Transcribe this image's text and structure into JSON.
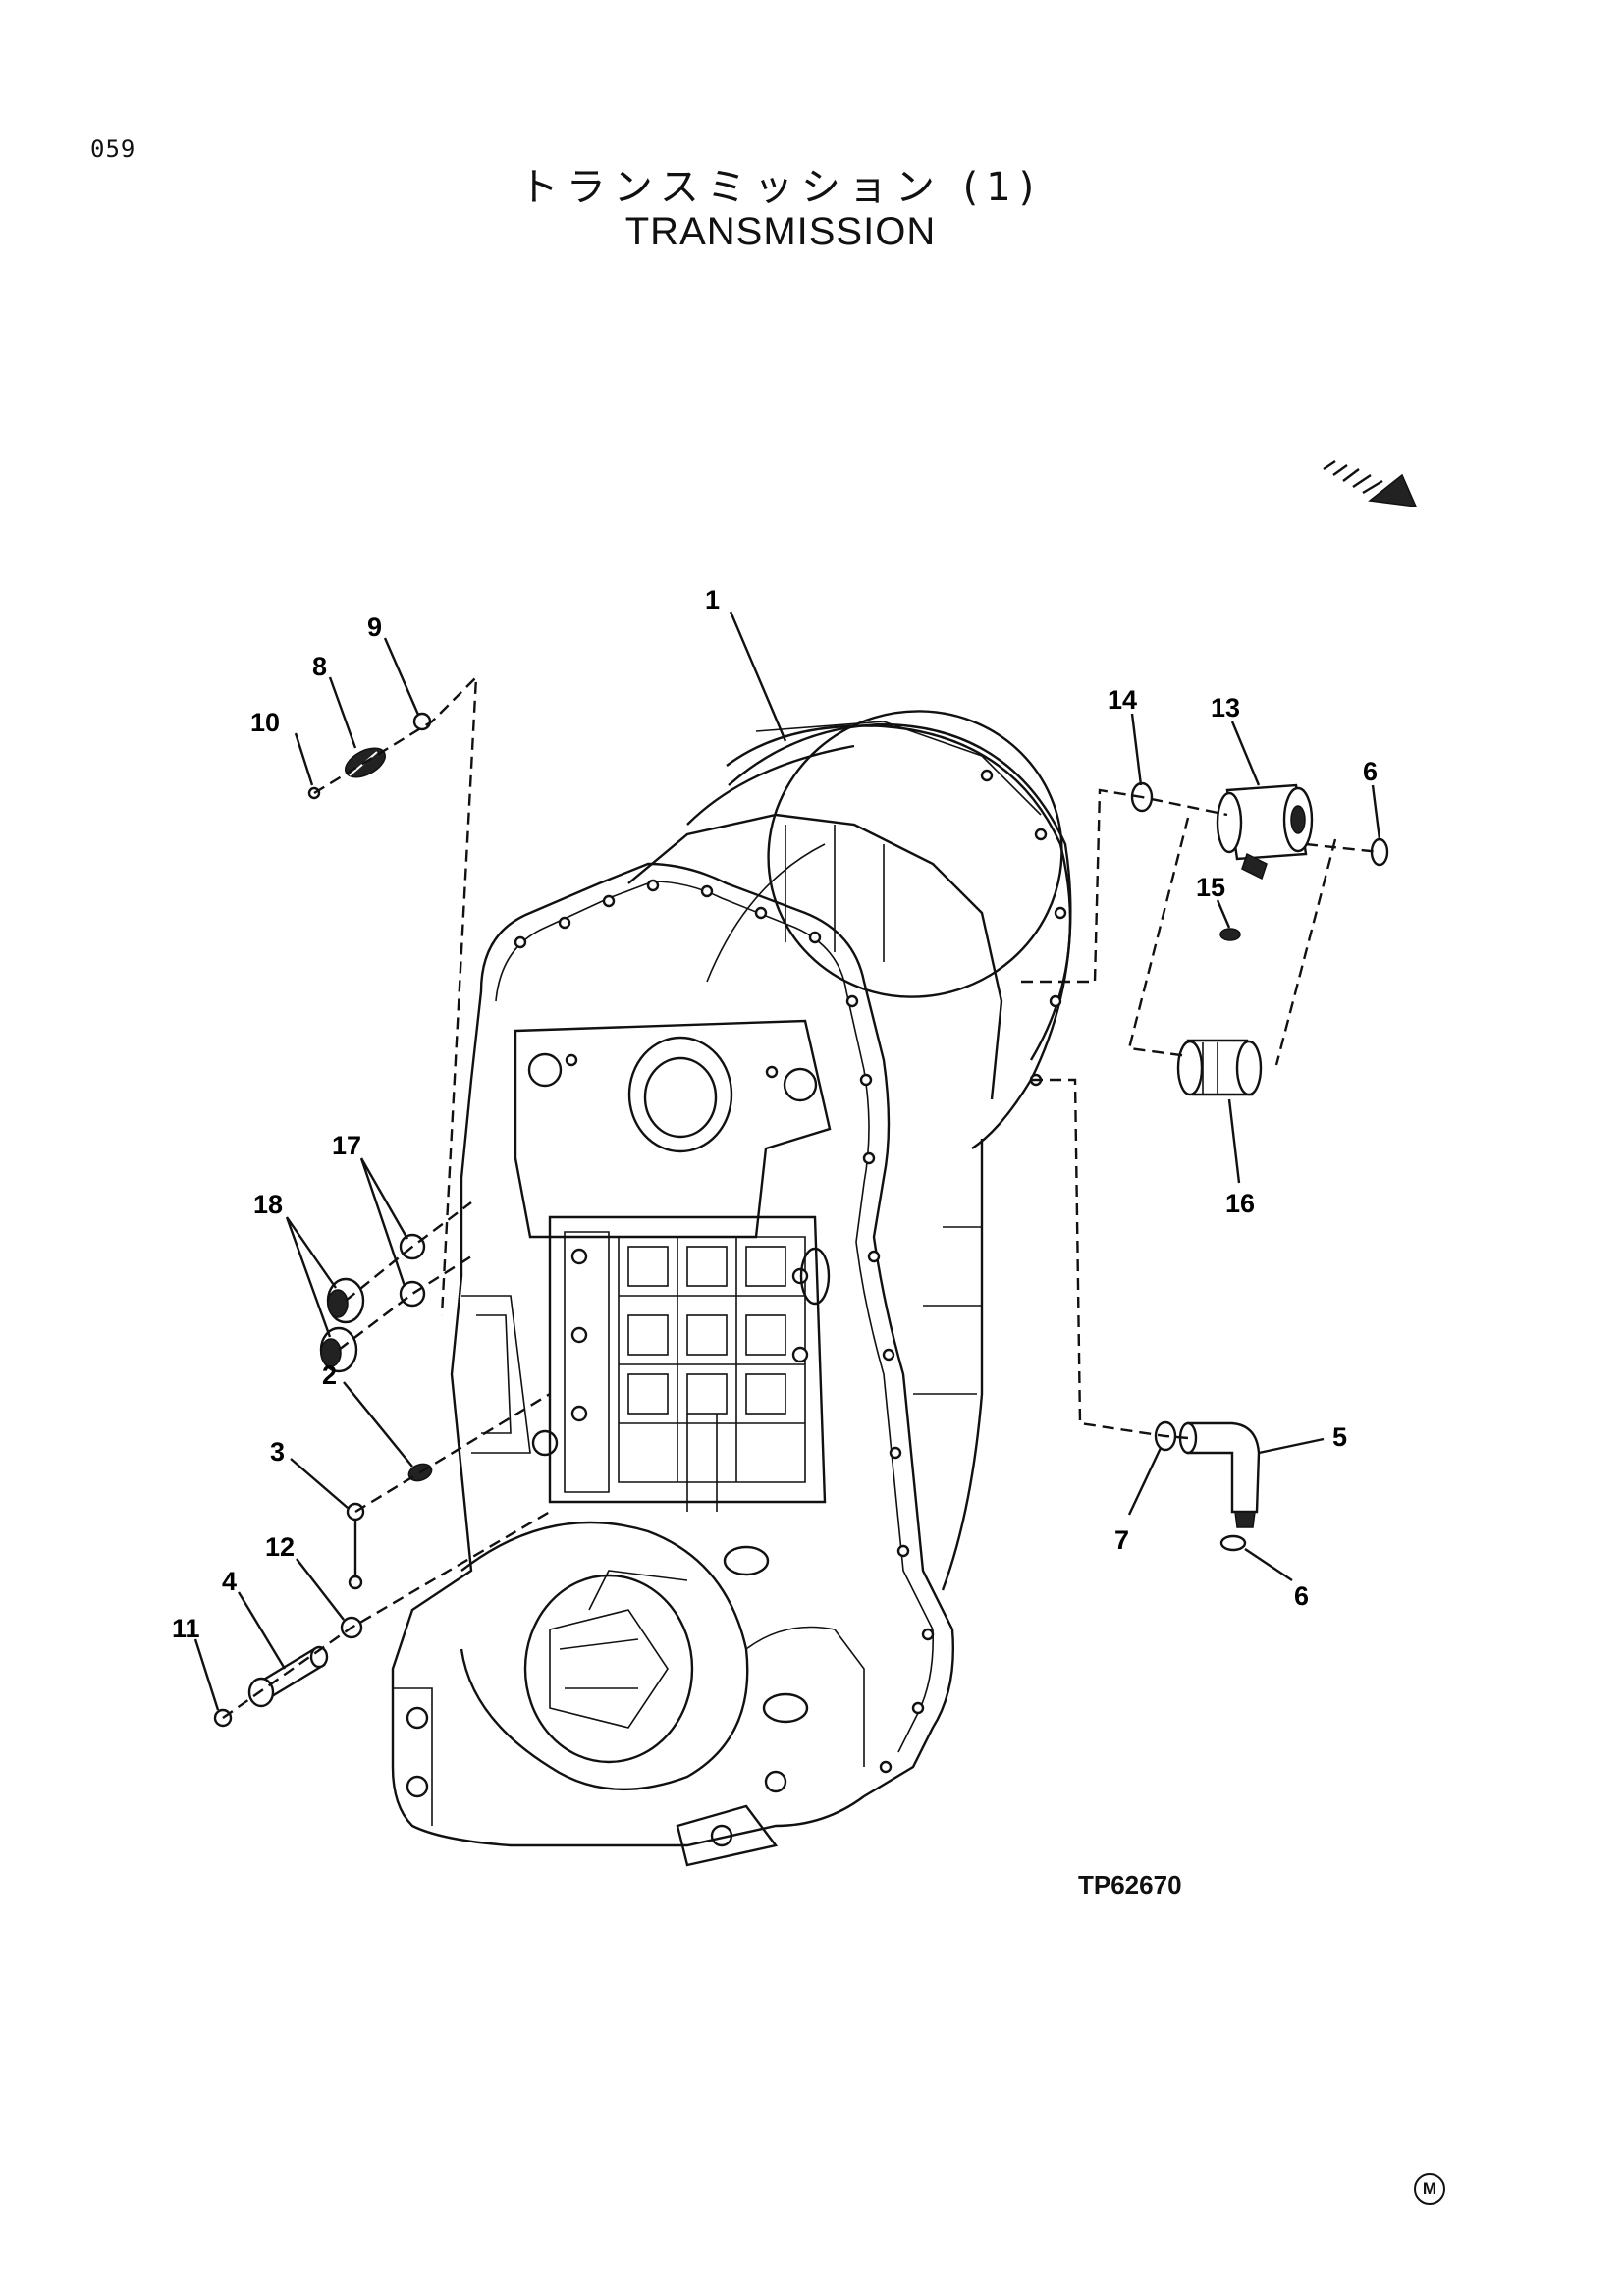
{
  "page_number": "059",
  "title_jp": "トランスミッション (1)",
  "title_en": "TRANSMISSION",
  "drawing_code": "TP62670",
  "mark": "M",
  "icons": {
    "direction_arrow": "front-direction-arrow-icon"
  },
  "callouts": [
    "1",
    "2",
    "3",
    "4",
    "5",
    "6",
    "6",
    "7",
    "8",
    "9",
    "10",
    "11",
    "12",
    "13",
    "14",
    "15",
    "16",
    "17",
    "18"
  ]
}
